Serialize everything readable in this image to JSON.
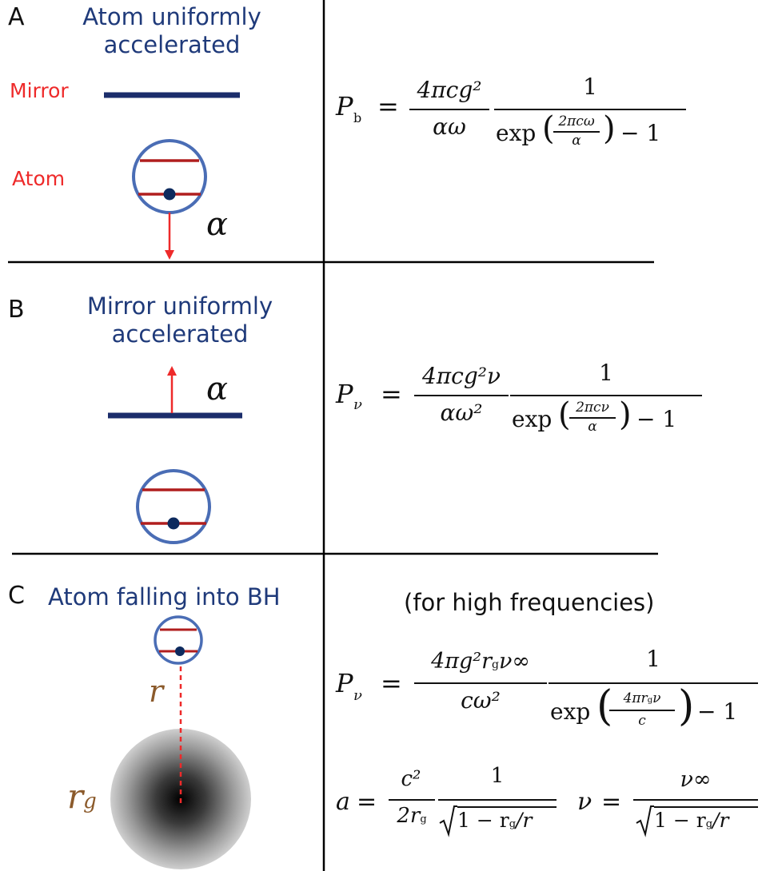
{
  "panels": {
    "a": {
      "letter": "A",
      "title_line1": "Atom uniformly",
      "title_line2": "accelerated",
      "mirror_label": "Mirror",
      "atom_label": "Atom",
      "accel_symbol": "α",
      "formula_lhs": "P",
      "formula_lhs_sub": "b",
      "formula_num": "4πcg²",
      "formula_den": "αω",
      "formula_one": "1",
      "formula_exp_num": "2πcω",
      "formula_exp_den": "α",
      "formula_minus": "− 1"
    },
    "b": {
      "letter": "B",
      "title_line1": "Mirror uniformly",
      "title_line2": "accelerated",
      "accel_symbol": "α",
      "formula_lhs": "P",
      "formula_lhs_sub": "ν",
      "formula_num": "4πcg²ν",
      "formula_den": "αω²",
      "formula_one": "1",
      "formula_exp_num": "2πcν",
      "formula_exp_den": "α",
      "formula_minus": "− 1"
    },
    "c": {
      "letter": "C",
      "title": "Atom falling into BH",
      "r_label": "r",
      "rg_label": "r",
      "rg_sub": "g",
      "note": "(for high frequencies)",
      "formula1_lhs": "P",
      "formula1_lhs_sub": "ν",
      "formula1_num": "4πg²r",
      "formula1_num_sub": "g",
      "formula1_num_tail": "ν∞",
      "formula1_den": "cω²",
      "formula1_one": "1",
      "formula1_exp_num": "4πr",
      "formula1_exp_num_sub": "g",
      "formula1_exp_num_tail": "ν",
      "formula1_exp_den": "c",
      "formula1_minus": "− 1",
      "formula2_lhs": "a",
      "formula2_num": "c²",
      "formula2_den": "2r",
      "formula2_den_sub": "g",
      "formula2_one": "1",
      "formula2_sqrt": "1 − r",
      "formula2_sqrt_sub": "g",
      "formula2_sqrt_tail": "/r",
      "formula3_lhs": "ν",
      "formula3_num": "ν∞",
      "formula3_sqrt": "1 − r",
      "formula3_sqrt_sub": "g",
      "formula3_sqrt_tail": "/r"
    }
  },
  "colors": {
    "title_blue": "#1f3a7a",
    "mirror_navy": "#1b2d6b",
    "atom_ring": "#4a6db5",
    "level_red": "#b01e1e",
    "arrow_red": "#ee2a2a",
    "electron": "#0d2a5e",
    "label_red": "#ee2a2a",
    "radius_brown": "#8b5a2b"
  }
}
